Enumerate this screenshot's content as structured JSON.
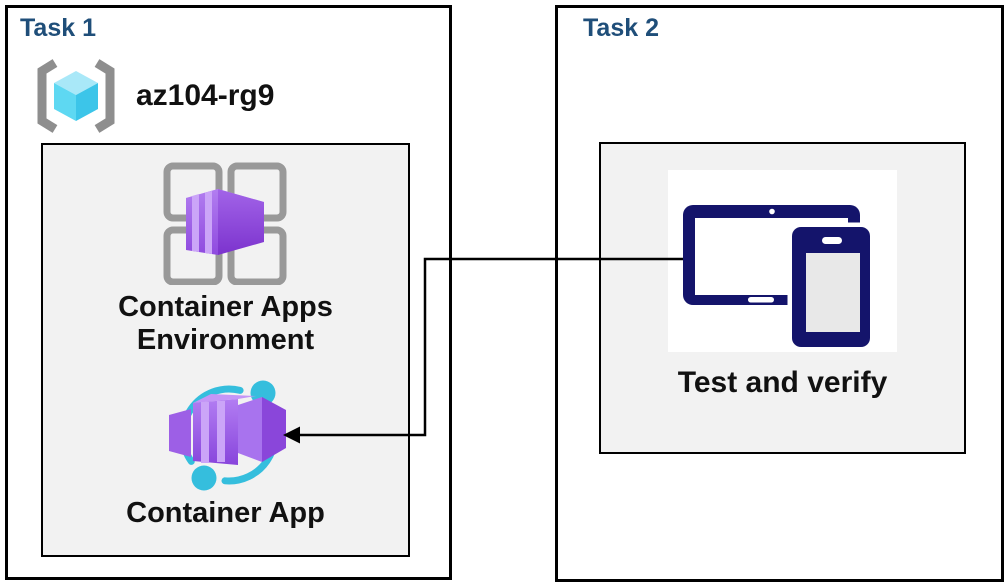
{
  "task1": {
    "title": "Task 1",
    "resource_group_label": "az104-rg9",
    "environment_label_line1": "Container Apps",
    "environment_label_line2": "Environment",
    "container_app_label": "Container App"
  },
  "task2": {
    "title": "Task 2",
    "test_verify_label": "Test and verify"
  },
  "icons": {
    "resource_group": "resource-group-icon",
    "container_apps_environment": "container-apps-environment-icon",
    "container_app": "container-app-icon",
    "devices": "devices-icon",
    "connector": "arrow-left-connector"
  },
  "colors": {
    "outline": "#000000",
    "task_title": "#1F4E79",
    "panel_bg": "#F2F2F2",
    "navy": "#14146B",
    "cyan": "#35BEDD",
    "bracket_gray": "#8E8E8E",
    "grid_gray": "#999999",
    "cube_top": "#A9E8F8",
    "cube_left": "#5ED8F2",
    "cube_right": "#3CC5E9",
    "purple_light": "#B27DF2",
    "purple_mid": "#9D5FE6",
    "purple_dark": "#8A46DA",
    "stripe": "#CBA5F8",
    "screen_gray": "#E8E8E8",
    "connector": "#000000"
  }
}
